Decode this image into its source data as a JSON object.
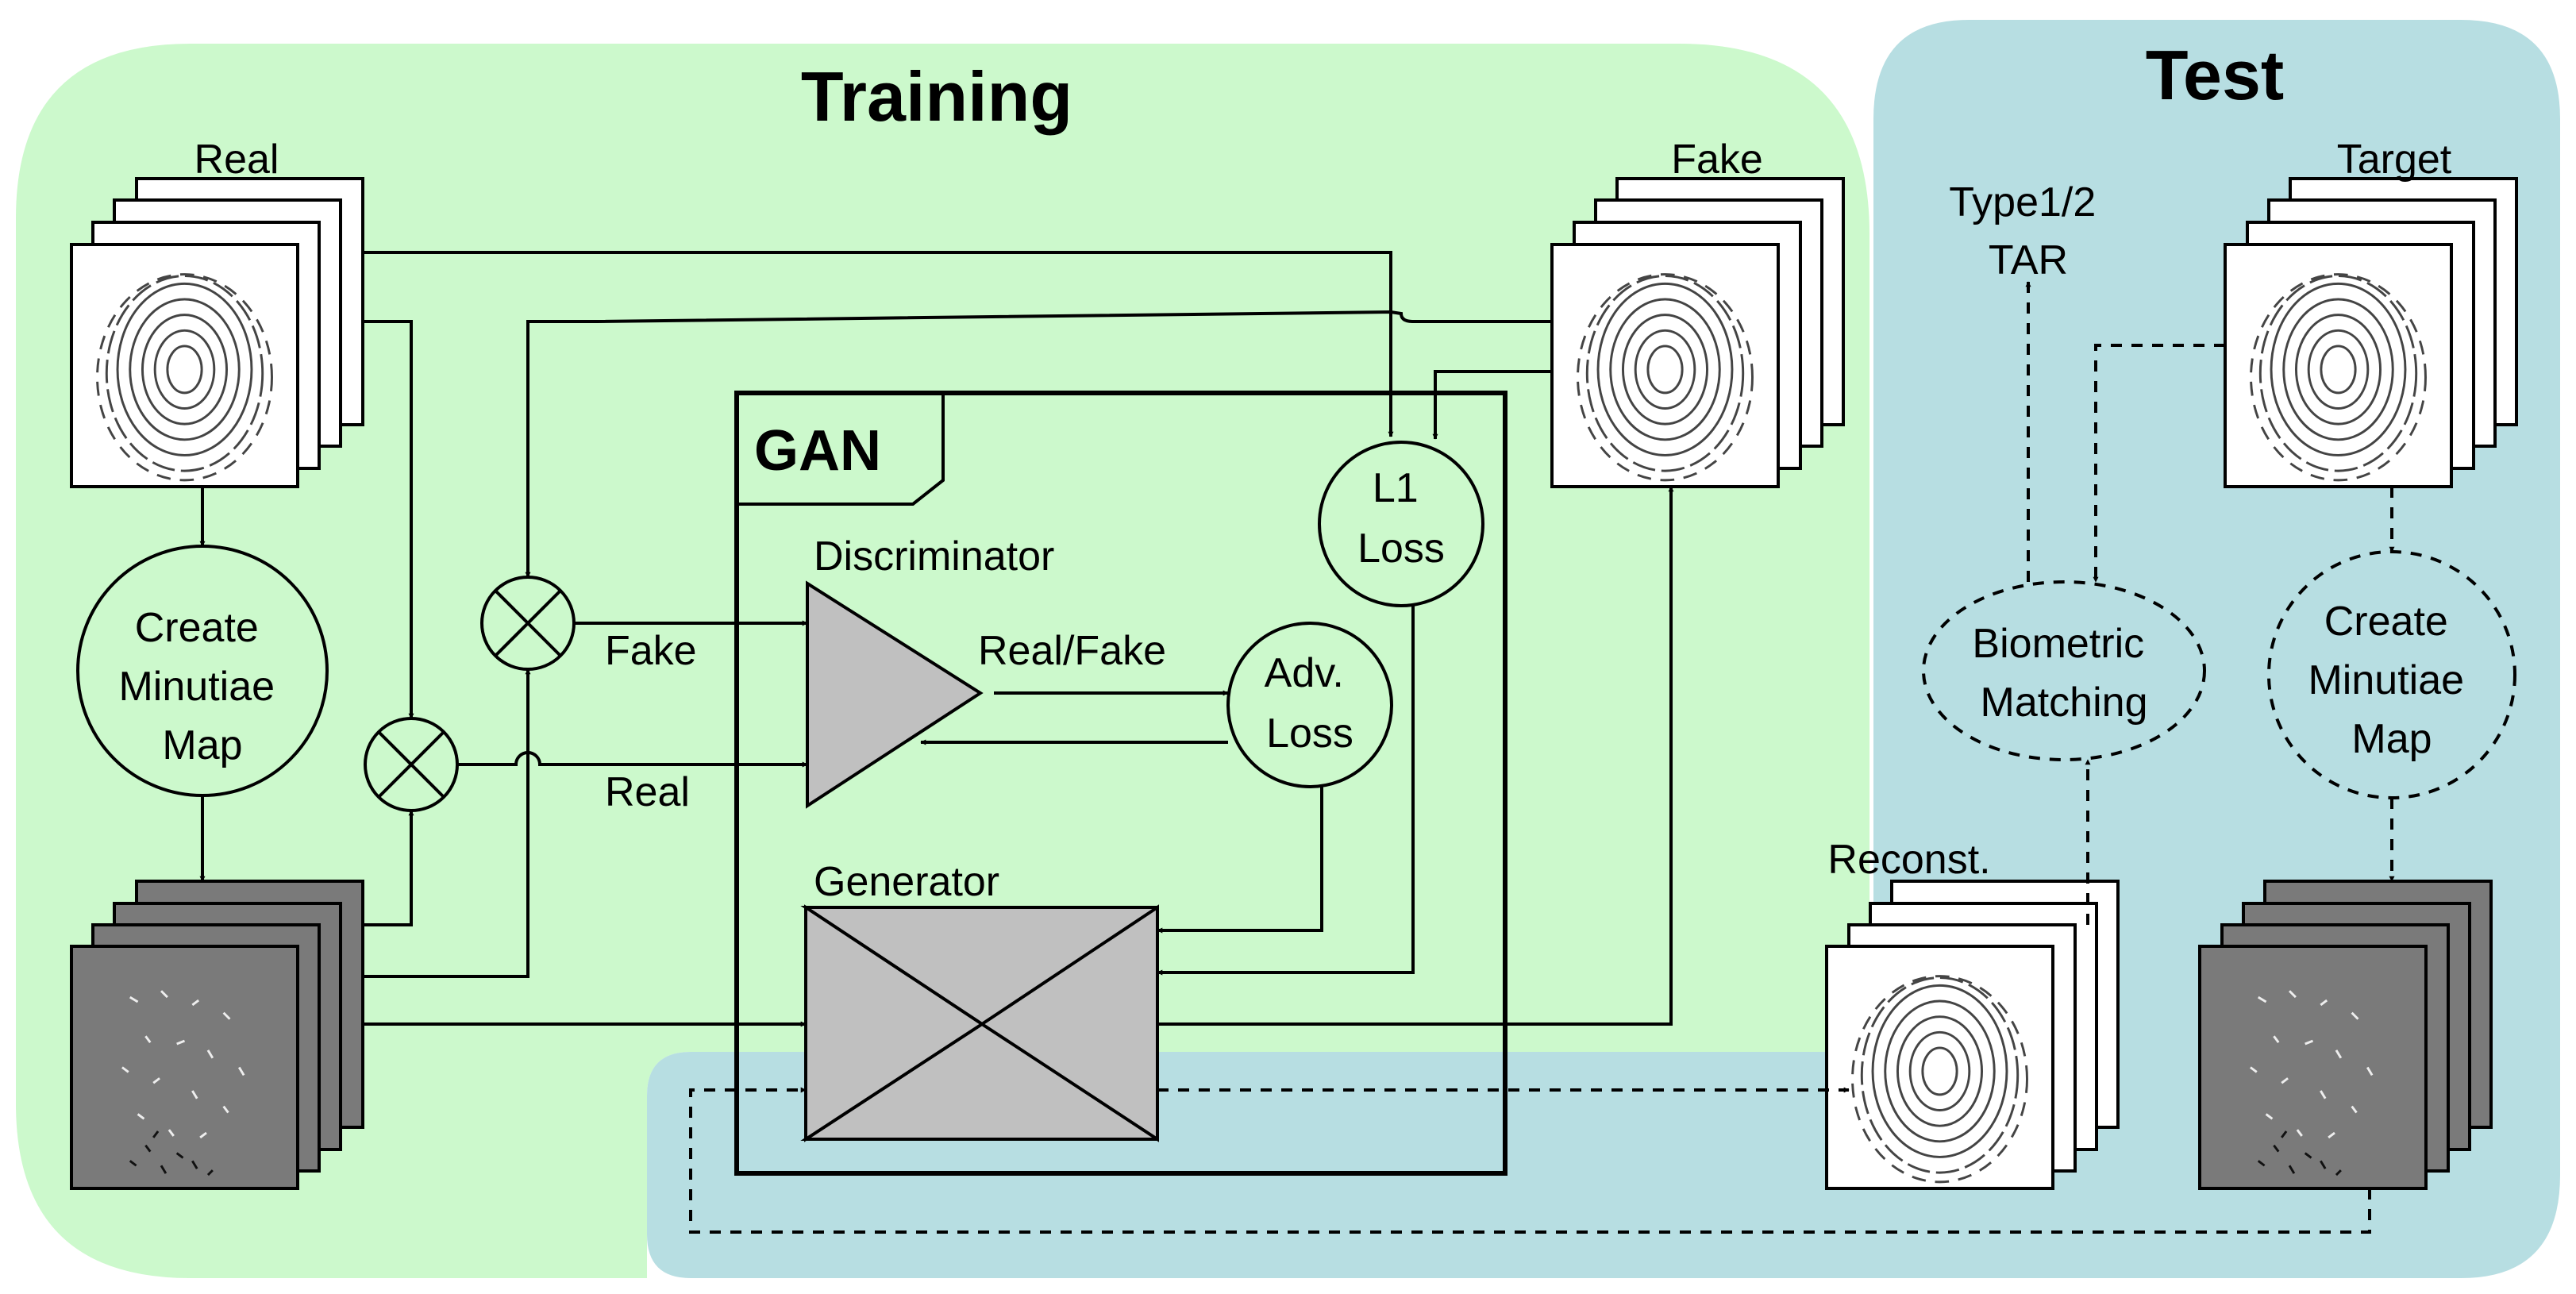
{
  "sections": {
    "training": "Training",
    "test": "Test",
    "gan": "GAN"
  },
  "stacks": {
    "real": "Real",
    "fake": "Fake",
    "target": "Target",
    "reconst": "Reconst."
  },
  "nodes": {
    "create_minutiae": [
      "Create",
      "Minutiae",
      "Map"
    ],
    "l1_loss": [
      "L1",
      "Loss"
    ],
    "adv_loss": [
      "Adv.",
      "Loss"
    ],
    "biometric": [
      "Biometric",
      "Matching"
    ],
    "create_minutiae_test": [
      "Create",
      "Minutiae",
      "Map"
    ]
  },
  "modules": {
    "discriminator": "Discriminator",
    "generator": "Generator"
  },
  "edges": {
    "fake": "Fake",
    "real": "Real",
    "real_fake": "Real/Fake"
  },
  "outputs": {
    "type_tar": [
      "Type1/2",
      "TAR"
    ]
  },
  "colors": {
    "training_bg": "#ccf9cc",
    "test_bg": "#b7dee2",
    "block_fill": "#c0c0c0",
    "minutiae_fill": "#7a7a7a"
  }
}
